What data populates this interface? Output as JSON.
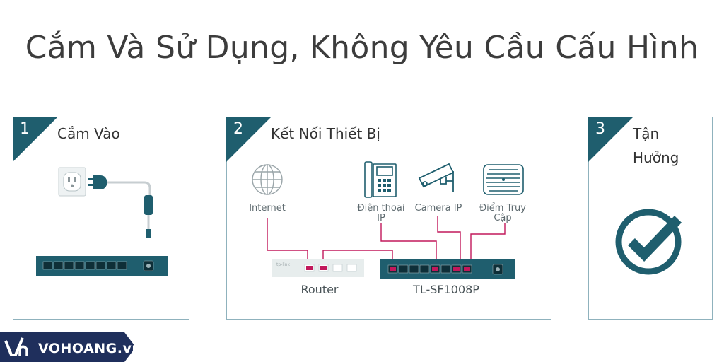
{
  "title": "Cắm Và Sử Dụng, Không Yêu Cầu Cấu Hình",
  "steps": [
    {
      "number": "1",
      "title": "Cắm Vào"
    },
    {
      "number": "2",
      "title": "Kết Nối Thiết Bị"
    },
    {
      "number": "3",
      "title_line1": "Tận",
      "title_line2": "Hưởng"
    }
  ],
  "diagram": {
    "internet_label": "Internet",
    "phone_label_line1": "Điện thoại",
    "phone_label_line2": "IP",
    "camera_label": "Camera IP",
    "ap_label_line1": "Điểm Truy",
    "ap_label_line2": "Cập",
    "router_label": "Router",
    "switch_label": "TL-SF1008P"
  },
  "logo": {
    "text": "VOHOANG.vn"
  },
  "colors": {
    "accent": "#1f5e6e",
    "switch_body": "#1f5e6e",
    "cable": "#c2185b",
    "border": "#8fb2bd"
  }
}
